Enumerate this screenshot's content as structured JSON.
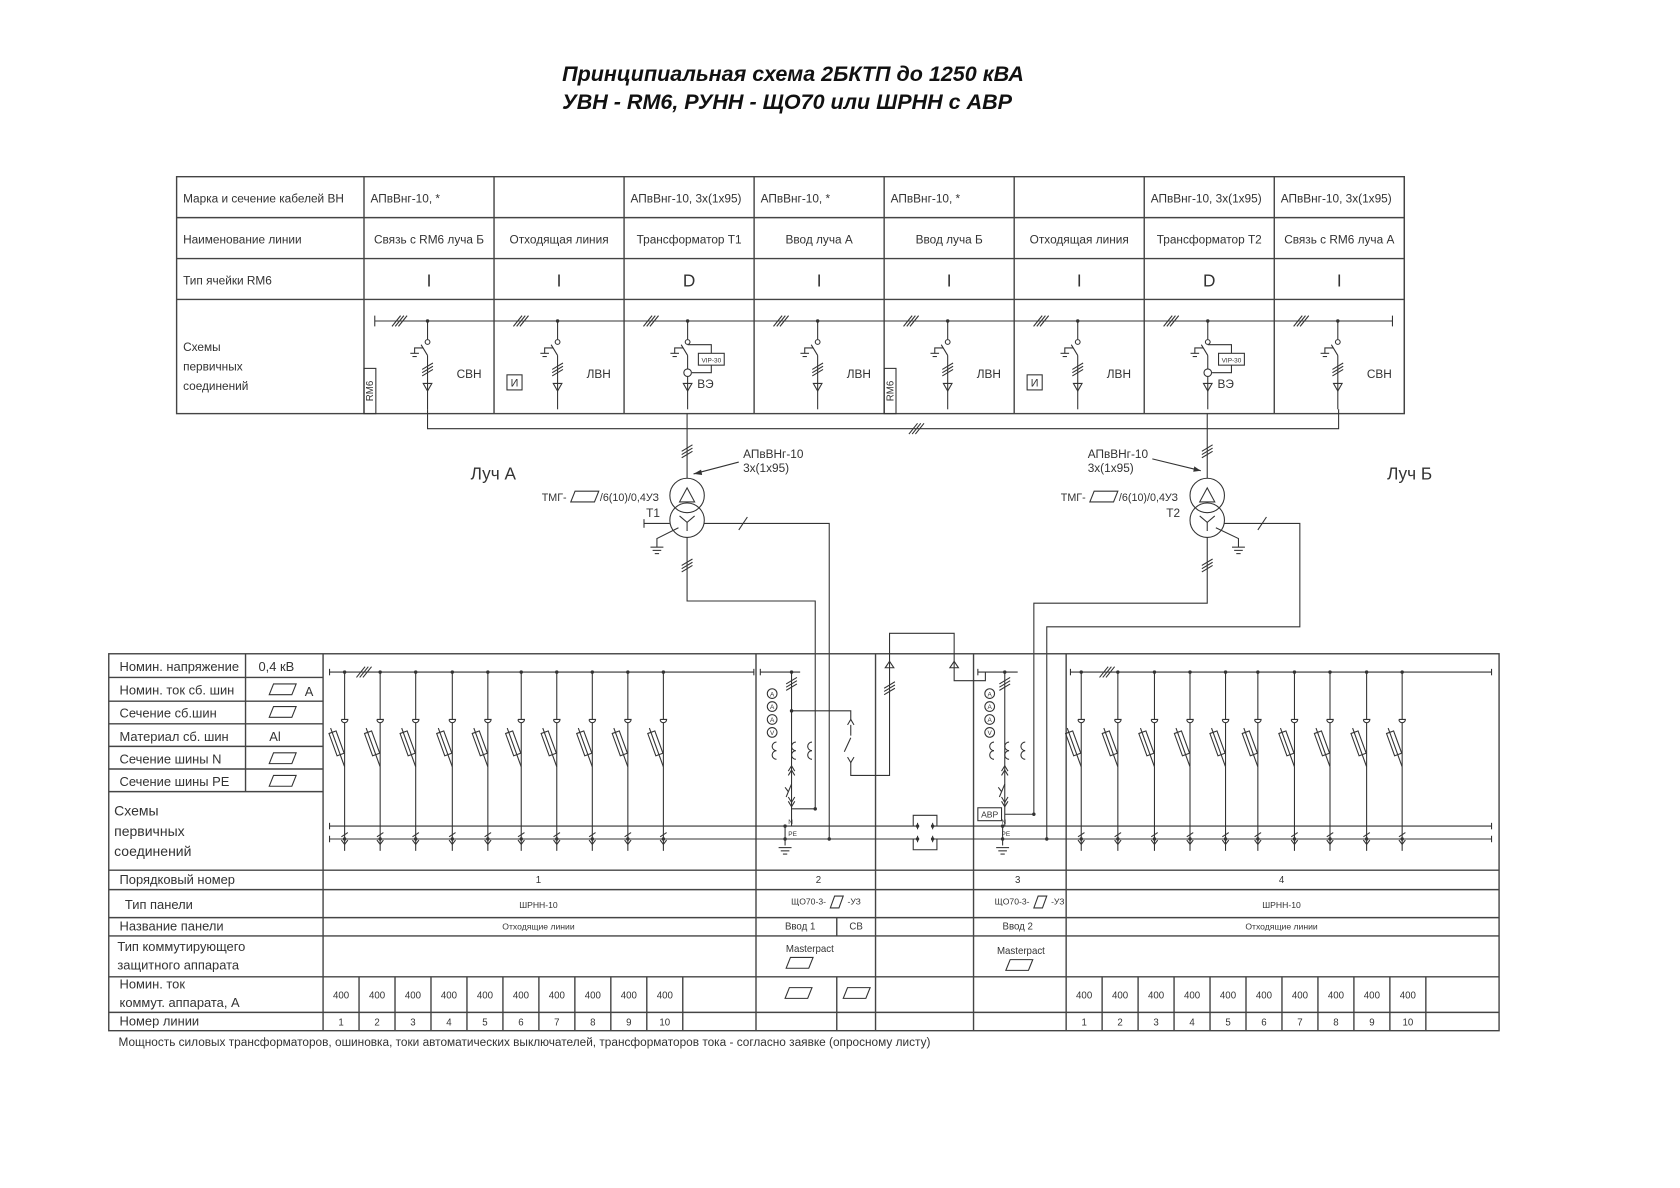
{
  "title": {
    "line1": "Принципиальная схема 2БКТП до 1250 кВА",
    "line2": "УВН - RM6, РУНН - ЩО70 или ШРНН с АВР"
  },
  "hv_table": {
    "row_labels": [
      "Марка и сечение кабелей ВН",
      "Наименование линии",
      "Тип ячейки RM6"
    ],
    "scheme_label": [
      "Схемы",
      "первичных",
      "соединений"
    ],
    "rm6_label": "RM6",
    "i_label": "И",
    "vip_label": "VIP-30",
    "columns": [
      {
        "cable": "АПвВнг-10,   *",
        "line_name": "Связь с RM6 луча Б",
        "cell_type": "I",
        "scheme": "СВН",
        "box": "rm6"
      },
      {
        "cable": "",
        "line_name": "Отходящая линия",
        "cell_type": "I",
        "scheme": "ЛВН",
        "box": "i"
      },
      {
        "cable": "АПвВнг-10, 3х(1х95)",
        "line_name": "Трансформатор Т1",
        "cell_type": "D",
        "scheme": "ВЭ",
        "box": "vip"
      },
      {
        "cable": "АПвВнг-10,   *",
        "line_name": "Ввод луча А",
        "cell_type": "I",
        "scheme": "ЛВН",
        "box": ""
      },
      {
        "cable": "АПвВнг-10,   *",
        "line_name": "Ввод луча Б",
        "cell_type": "I",
        "scheme": "ЛВН",
        "box": "rm6"
      },
      {
        "cable": "",
        "line_name": "Отходящая линия",
        "cell_type": "I",
        "scheme": "ЛВН",
        "box": "i"
      },
      {
        "cable": "АПвВнг-10, 3х(1х95)",
        "line_name": "Трансформатор Т2",
        "cell_type": "D",
        "scheme": "ВЭ",
        "box": "vip"
      },
      {
        "cable": "АПвВнг-10, 3х(1х95)",
        "line_name": "Связь с RM6 луча А",
        "cell_type": "I",
        "scheme": "СВН",
        "box": ""
      }
    ]
  },
  "rays": {
    "a": "Луч А",
    "b": "Луч Б"
  },
  "transformers": [
    {
      "name": "Т1",
      "model_prefix": "ТМГ-",
      "model_suffix": "/6(10)/0,4УЗ",
      "cable_line1": "АПвВНг-10",
      "cable_line2": "3х(1х95)"
    },
    {
      "name": "Т2",
      "model_prefix": "ТМГ-",
      "model_suffix": "/6(10)/0,4УЗ",
      "cable_line1": "АПвВНг-10",
      "cable_line2": "3х(1х95)"
    }
  ],
  "lv_table": {
    "params": [
      {
        "label": "Номин. напряжение",
        "value": "0,4 кВ",
        "blank": false
      },
      {
        "label": "Номин. ток сб. шин",
        "value": "А",
        "blank": true
      },
      {
        "label": "Сечение сб.шин",
        "value": "",
        "blank": true
      },
      {
        "label": "Материал сб. шин",
        "value": "Al",
        "blank": false
      },
      {
        "label": "Сечение шины N",
        "value": "",
        "blank": true
      },
      {
        "label": "Сечение шины PE",
        "value": "",
        "blank": true
      }
    ],
    "scheme_label": [
      "Схемы",
      "первичных",
      "соединений"
    ],
    "row_labels": {
      "number": "Порядковый номер",
      "type": "Тип панели",
      "name": "Название панели",
      "device": [
        "Тип коммутирующего",
        "защитного аппарата"
      ],
      "current": [
        "Номин. ток",
        "коммут. аппарата, А"
      ],
      "line_no": "Номер линии"
    },
    "bus_labels": {
      "n": "N",
      "pe": "PE"
    },
    "meters": [
      "A",
      "A",
      "A",
      "V"
    ],
    "abp_label": "АВР",
    "panels": [
      {
        "number": "1",
        "type": "ШРНН-10",
        "name": "Отходящие линии",
        "currents": [
          "400",
          "400",
          "400",
          "400",
          "400",
          "400",
          "400",
          "400",
          "400",
          "400"
        ],
        "lines": [
          "1",
          "2",
          "3",
          "4",
          "5",
          "6",
          "7",
          "8",
          "9",
          "10"
        ]
      },
      {
        "number": "2",
        "type_prefix": "ЩО70-3-",
        "type_suffix": "-УЗ",
        "name": "Ввод 1",
        "name2": "СВ",
        "device": "Masterpact"
      },
      {
        "number": "3",
        "type_prefix": "ЩО70-3-",
        "type_suffix": "-УЗ",
        "name": "Ввод 2",
        "device": "Masterpact"
      },
      {
        "number": "4",
        "type": "ШРНН-10",
        "name": "Отходящие линии",
        "currents": [
          "400",
          "400",
          "400",
          "400",
          "400",
          "400",
          "400",
          "400",
          "400",
          "400"
        ],
        "lines": [
          "1",
          "2",
          "3",
          "4",
          "5",
          "6",
          "7",
          "8",
          "9",
          "10"
        ]
      }
    ]
  },
  "footnote": "Мощность силовых трансформаторов, ошиновка, токи автоматических выключателей, трансформаторов тока - согласно заявке (опросному листу)"
}
